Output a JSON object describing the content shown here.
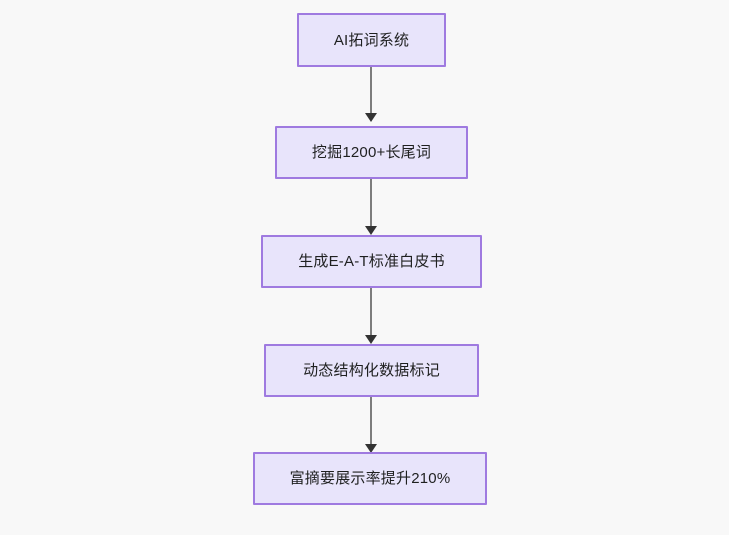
{
  "diagram": {
    "type": "flowchart",
    "direction": "top-to-bottom",
    "background_color": "#f8f8f8",
    "node_fill_color": "#e8e4fb",
    "node_border_color": "#9f7ae0",
    "node_text_color": "#1f2020",
    "edge_color": "#7d7d7d",
    "arrowhead_color": "#333333",
    "nodes": [
      {
        "id": "n1",
        "label": "AI拓词系统"
      },
      {
        "id": "n2",
        "label": "挖掘1200+长尾词"
      },
      {
        "id": "n3",
        "label": "生成E-A-T标准白皮书"
      },
      {
        "id": "n4",
        "label": "动态结构化数据标记"
      },
      {
        "id": "n5",
        "label": "富摘要展示率提升210%"
      }
    ],
    "edges": [
      {
        "from": "n1",
        "to": "n2",
        "label": ""
      },
      {
        "from": "n2",
        "to": "n3",
        "label": ""
      },
      {
        "from": "n3",
        "to": "n4",
        "label": ""
      },
      {
        "from": "n4",
        "to": "n5",
        "label": ""
      }
    ]
  }
}
